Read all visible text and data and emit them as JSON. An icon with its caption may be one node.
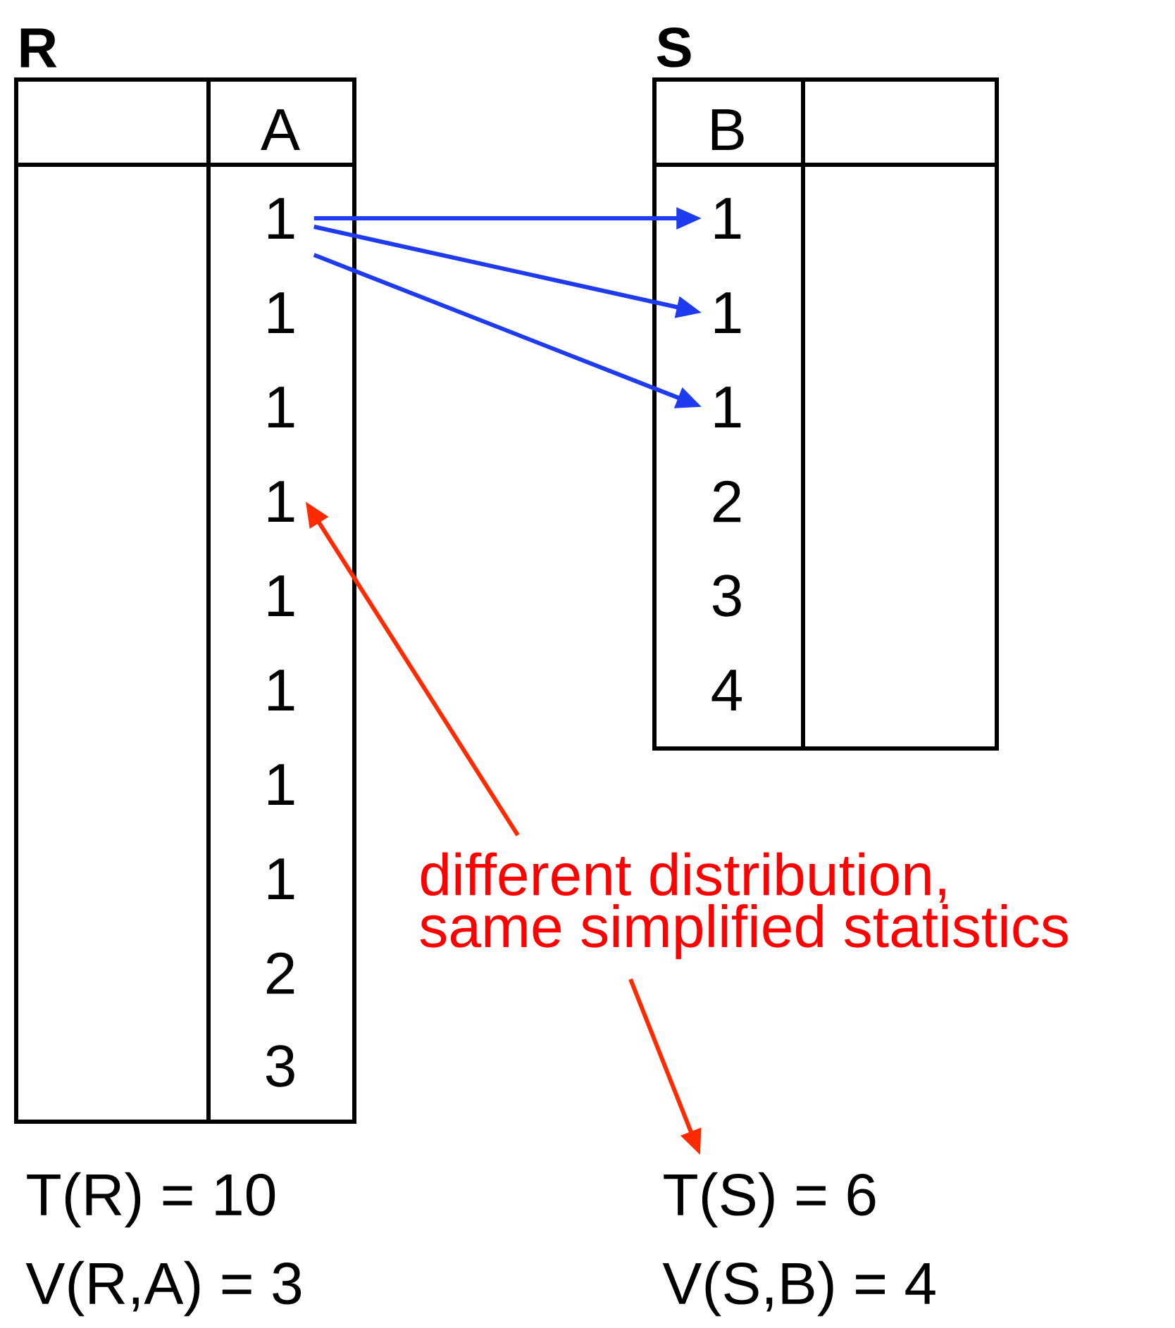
{
  "diagram": {
    "nodes": [
      {
        "text": [
          "R"
        ]
      },
      {
        "text": [
          "A"
        ],
        "in": 0
      },
      {
        "text": [
          "1"
        ],
        "in": 0
      },
      {
        "text": [
          "1"
        ],
        "in": 0
      },
      {
        "text": [
          "1"
        ],
        "in": 0
      },
      {
        "text": [
          "1"
        ],
        "in": 0
      },
      {
        "text": [
          "1"
        ],
        "in": 0
      },
      {
        "text": [
          "1"
        ],
        "in": 0
      },
      {
        "text": [
          "1"
        ],
        "in": 0
      },
      {
        "text": [
          "1"
        ],
        "in": 0
      },
      {
        "text": [
          "2"
        ],
        "in": 0
      },
      {
        "text": [
          "3"
        ],
        "in": 0
      },
      {
        "text": [
          "S"
        ]
      },
      {
        "text": [
          "B"
        ],
        "in": 12
      },
      {
        "text": [
          "1"
        ],
        "in": 12
      },
      {
        "text": [
          "1"
        ],
        "in": 12
      },
      {
        "text": [
          "1"
        ],
        "in": 12
      },
      {
        "text": [
          "2"
        ],
        "in": 12
      },
      {
        "text": [
          "3"
        ],
        "in": 12
      },
      {
        "text": [
          "4"
        ],
        "in": 12
      },
      {
        "text": [
          "different distribution, same simplified statistics"
        ]
      },
      {
        "text": [
          "T(S) = 6"
        ]
      }
    ],
    "edges": [
      {
        "from": 2,
        "to": 14,
        "arrow": "to"
      },
      {
        "from": 2,
        "to": 15,
        "arrow": "to"
      },
      {
        "from": 2,
        "to": 16,
        "arrow": "to"
      },
      {
        "from": 20,
        "to": 5,
        "arrow": "to",
        "color": "#ff2a00"
      },
      {
        "from": 20,
        "to": 21,
        "arrow": "to",
        "color": "#ff2a00"
      }
    ],
    "labels": [
      "T(R) = 10",
      "V(R,A) = 3",
      "V(S,B) = 4"
    ]
  }
}
